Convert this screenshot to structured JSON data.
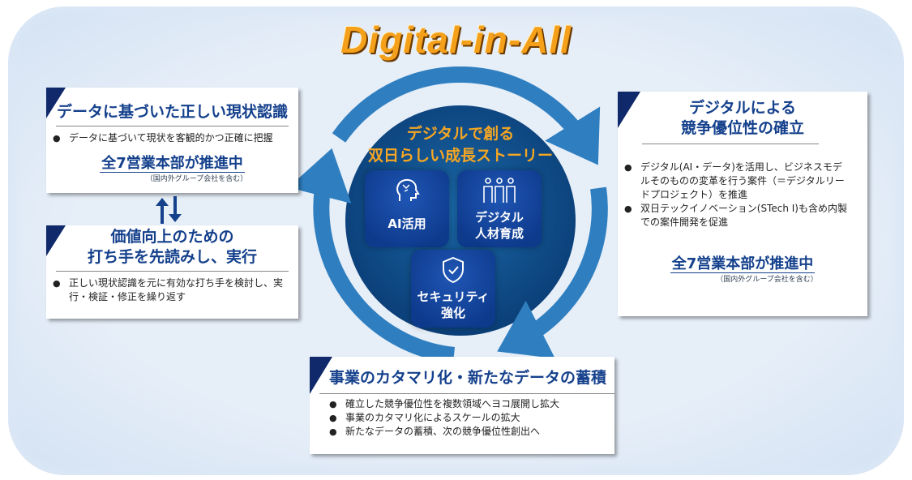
{
  "title": "Digital-in-All",
  "center": {
    "line1": "デジタルで創る",
    "line2": "双日らしい成長ストーリー",
    "tiles": [
      {
        "label": "AI活用",
        "icon": "ai-head-icon"
      },
      {
        "line1": "デジタル",
        "line2": "人材育成",
        "icon": "people-icon"
      },
      {
        "line1": "セキュリティ",
        "line2": "強化",
        "icon": "shield-check-icon"
      }
    ]
  },
  "box_data": {
    "heading": "データに基づいた正しい現状認識",
    "bullets": [
      "データに基づいて現状を客観的かつ正確に把握"
    ],
    "promo": "全7営業本部が推進中",
    "note": "（国内外グループ会社を含む）"
  },
  "box_action": {
    "heading1": "価値向上のための",
    "heading2": "打ち手を先読みし、実行",
    "bullets": [
      "正しい現状認識を元に有効な打ち手を検討し、実行・検証・修正を繰り返す"
    ]
  },
  "box_competitive": {
    "heading1": "デジタルによる",
    "heading2": "競争優位性の確立",
    "bullets": [
      "デジタル(AI・データ)を活用し、ビジネスモデルそのものの変革を行う案件（＝デジタルリードプロジェクト）を推進",
      "双日テックイノベーション(STech I)も含め内製での案件開発を促進"
    ],
    "promo": "全7営業本部が推進中",
    "note": "（国内外グループ会社を含む）"
  },
  "box_business": {
    "heading": "事業のカタマリ化・新たなデータの蓄積",
    "bullets": [
      "確立した競争優位性を複数領域へヨコ展開し拡大",
      "事業のカタマリ化によるスケールの拡大",
      "新たなデータの蓄積、次の競争優位性創出へ"
    ]
  },
  "colors": {
    "title": "#f5a01a",
    "navy": "#14408c",
    "ring": "#2f7fc0",
    "circle": "#0f4a86"
  }
}
